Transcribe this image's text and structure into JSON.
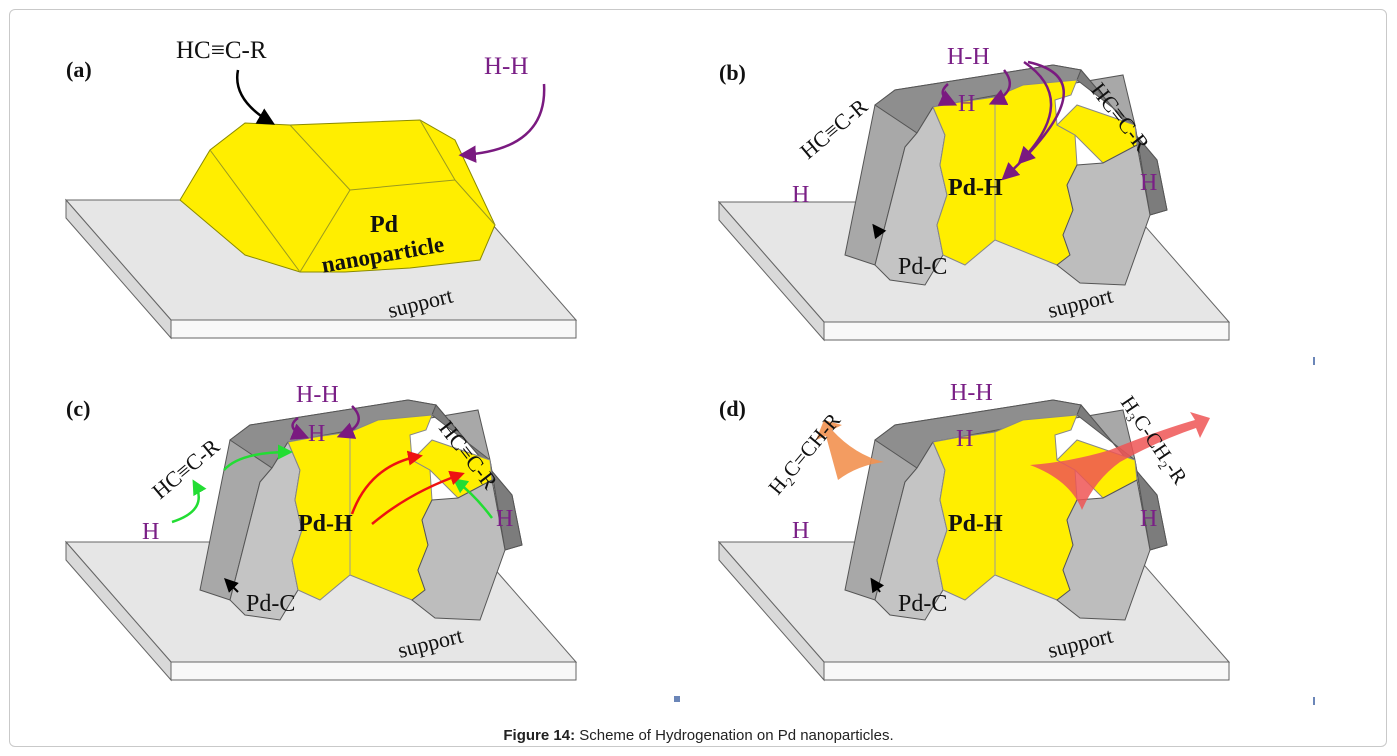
{
  "caption": {
    "label": "Figure 14:",
    "text": " Scheme of Hydrogenation on Pd nanoparticles."
  },
  "panels": {
    "a": {
      "tag": "(a)",
      "alkyne": "HC≡C-R",
      "hydrogen": "H-H",
      "particle_line1": "Pd",
      "particle_line2": "nanoparticle",
      "support": "support"
    },
    "b": {
      "tag": "(b)",
      "hydrogen": "H-H",
      "h_atom_top": "H",
      "alkyne_left": "HC≡C-R",
      "alkyne_right": "HC≡C-R",
      "h_left": "H",
      "h_right": "H",
      "hydride": "Pd-H",
      "carbide": "Pd-C",
      "support": "support"
    },
    "c": {
      "tag": "(c)",
      "hydrogen": "H-H",
      "h_atom_top": "H",
      "alkyne_left": "HC≡C-R",
      "alkyne_right": "HC≡C-R",
      "h_left": "H",
      "h_right": "H",
      "hydride": "Pd-H",
      "carbide": "Pd-C",
      "support": "support"
    },
    "d": {
      "tag": "(d)",
      "hydrogen": "H-H",
      "h_atom_top": "H",
      "alkene_product": "H₂C=CH-R",
      "alkane_product": "H₃C-CH₂-R",
      "h_left": "H",
      "h_right": "H",
      "hydride": "Pd-H",
      "carbide": "Pd-C",
      "support": "support"
    }
  },
  "colors": {
    "palladium": "#ffee00",
    "carbide_layer": "#b4b4b4",
    "support_top": "#e4e4e4",
    "hydrogen_text": "#7a1f86",
    "hydrogen_arrow": "#7a1a80",
    "spillover_arrow": "#22dd33",
    "hydride_arrow": "#ee1111",
    "alkene_arrow": "#f29150",
    "alkane_arrow": "#ef5555"
  }
}
